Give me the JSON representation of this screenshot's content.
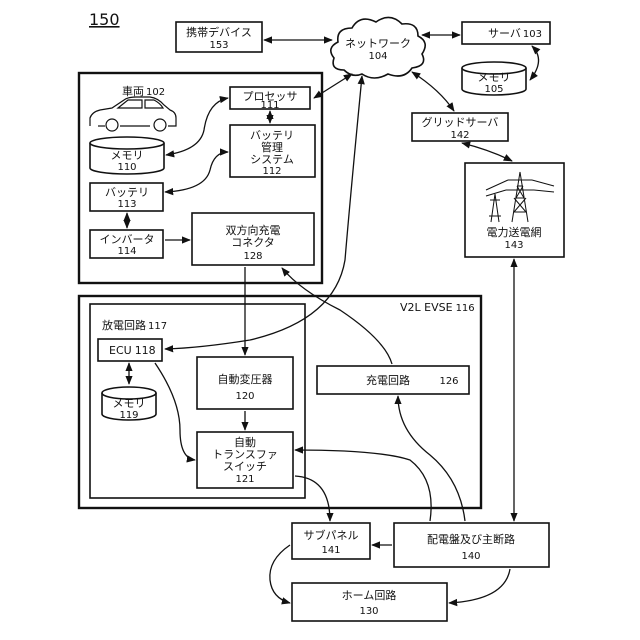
{
  "figure_number": "150",
  "vehicle": {
    "label": "車両",
    "ref": "102"
  },
  "processor": {
    "label": "プロセッサ",
    "ref": "111"
  },
  "battery_mgmt": {
    "line1": "バッテリ",
    "line2": "管理",
    "line3": "システム",
    "ref": "112"
  },
  "vehicle_memory": {
    "label": "メモリ",
    "ref": "110"
  },
  "battery": {
    "label": "バッテリ",
    "ref": "113"
  },
  "inverter": {
    "label": "インバータ",
    "ref": "114"
  },
  "connector": {
    "line1": "双方向充電",
    "line2": "コネクタ",
    "ref": "128"
  },
  "portable": {
    "label": "携帯デバイス",
    "ref": "153"
  },
  "network": {
    "label": "ネットワーク",
    "ref": "104"
  },
  "server": {
    "label": "サーバ",
    "ref": "103"
  },
  "server_memory": {
    "label": "メモリ",
    "ref": "105"
  },
  "grid_server": {
    "label": "グリッドサーバ",
    "ref": "142"
  },
  "grid": {
    "label": "電力送電網",
    "ref": "143"
  },
  "evse": {
    "label": "V2L EVSE",
    "ref": "116"
  },
  "discharge": {
    "label": "放電回路",
    "ref": "117"
  },
  "ecu": {
    "label": "ECU",
    "ref": "118"
  },
  "ecu_memory": {
    "label": "メモリ",
    "ref": "119"
  },
  "auto_transformer": {
    "label": "自動変圧器",
    "ref": "120"
  },
  "ats": {
    "line1": "自動",
    "line2": "トランスファ",
    "line3": "スイッチ",
    "ref": "121"
  },
  "charging_circuit": {
    "label": "充電回路",
    "ref": "126"
  },
  "subpanel": {
    "label": "サブパネル",
    "ref": "141"
  },
  "main_panel": {
    "label": "配電盤及び主断路",
    "ref": "140"
  },
  "home_circuit": {
    "label": "ホーム回路",
    "ref": "130"
  }
}
